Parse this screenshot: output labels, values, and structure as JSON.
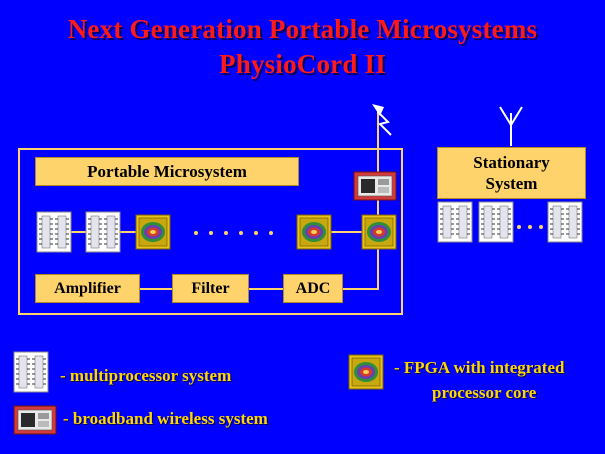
{
  "title": {
    "line1": "Next Generation Portable Microsystems",
    "line2": "PhysioCord II"
  },
  "portable": {
    "label": "Portable Microsystem",
    "amplifier": "Amplifier",
    "filter": "Filter",
    "adc": "ADC"
  },
  "stationary": {
    "line1": "Stationary",
    "line2": "System"
  },
  "legend": {
    "multiprocessor": "- multiprocessor system",
    "wireless": "- broadband wireless system",
    "fpga_line1": "- FPGA with integrated",
    "fpga_line2": "processor core"
  },
  "colors": {
    "background": "#0000ff",
    "title": "#ff1a1a",
    "box_fill": "#ffd36b",
    "legend_text": "#ffd700",
    "lines": "#ffd36b"
  },
  "icons": {
    "chip": "multiprocessor-chip-icon",
    "fpga": "fpga-core-icon",
    "wireless": "wireless-module-icon",
    "antenna": "antenna-icon"
  }
}
